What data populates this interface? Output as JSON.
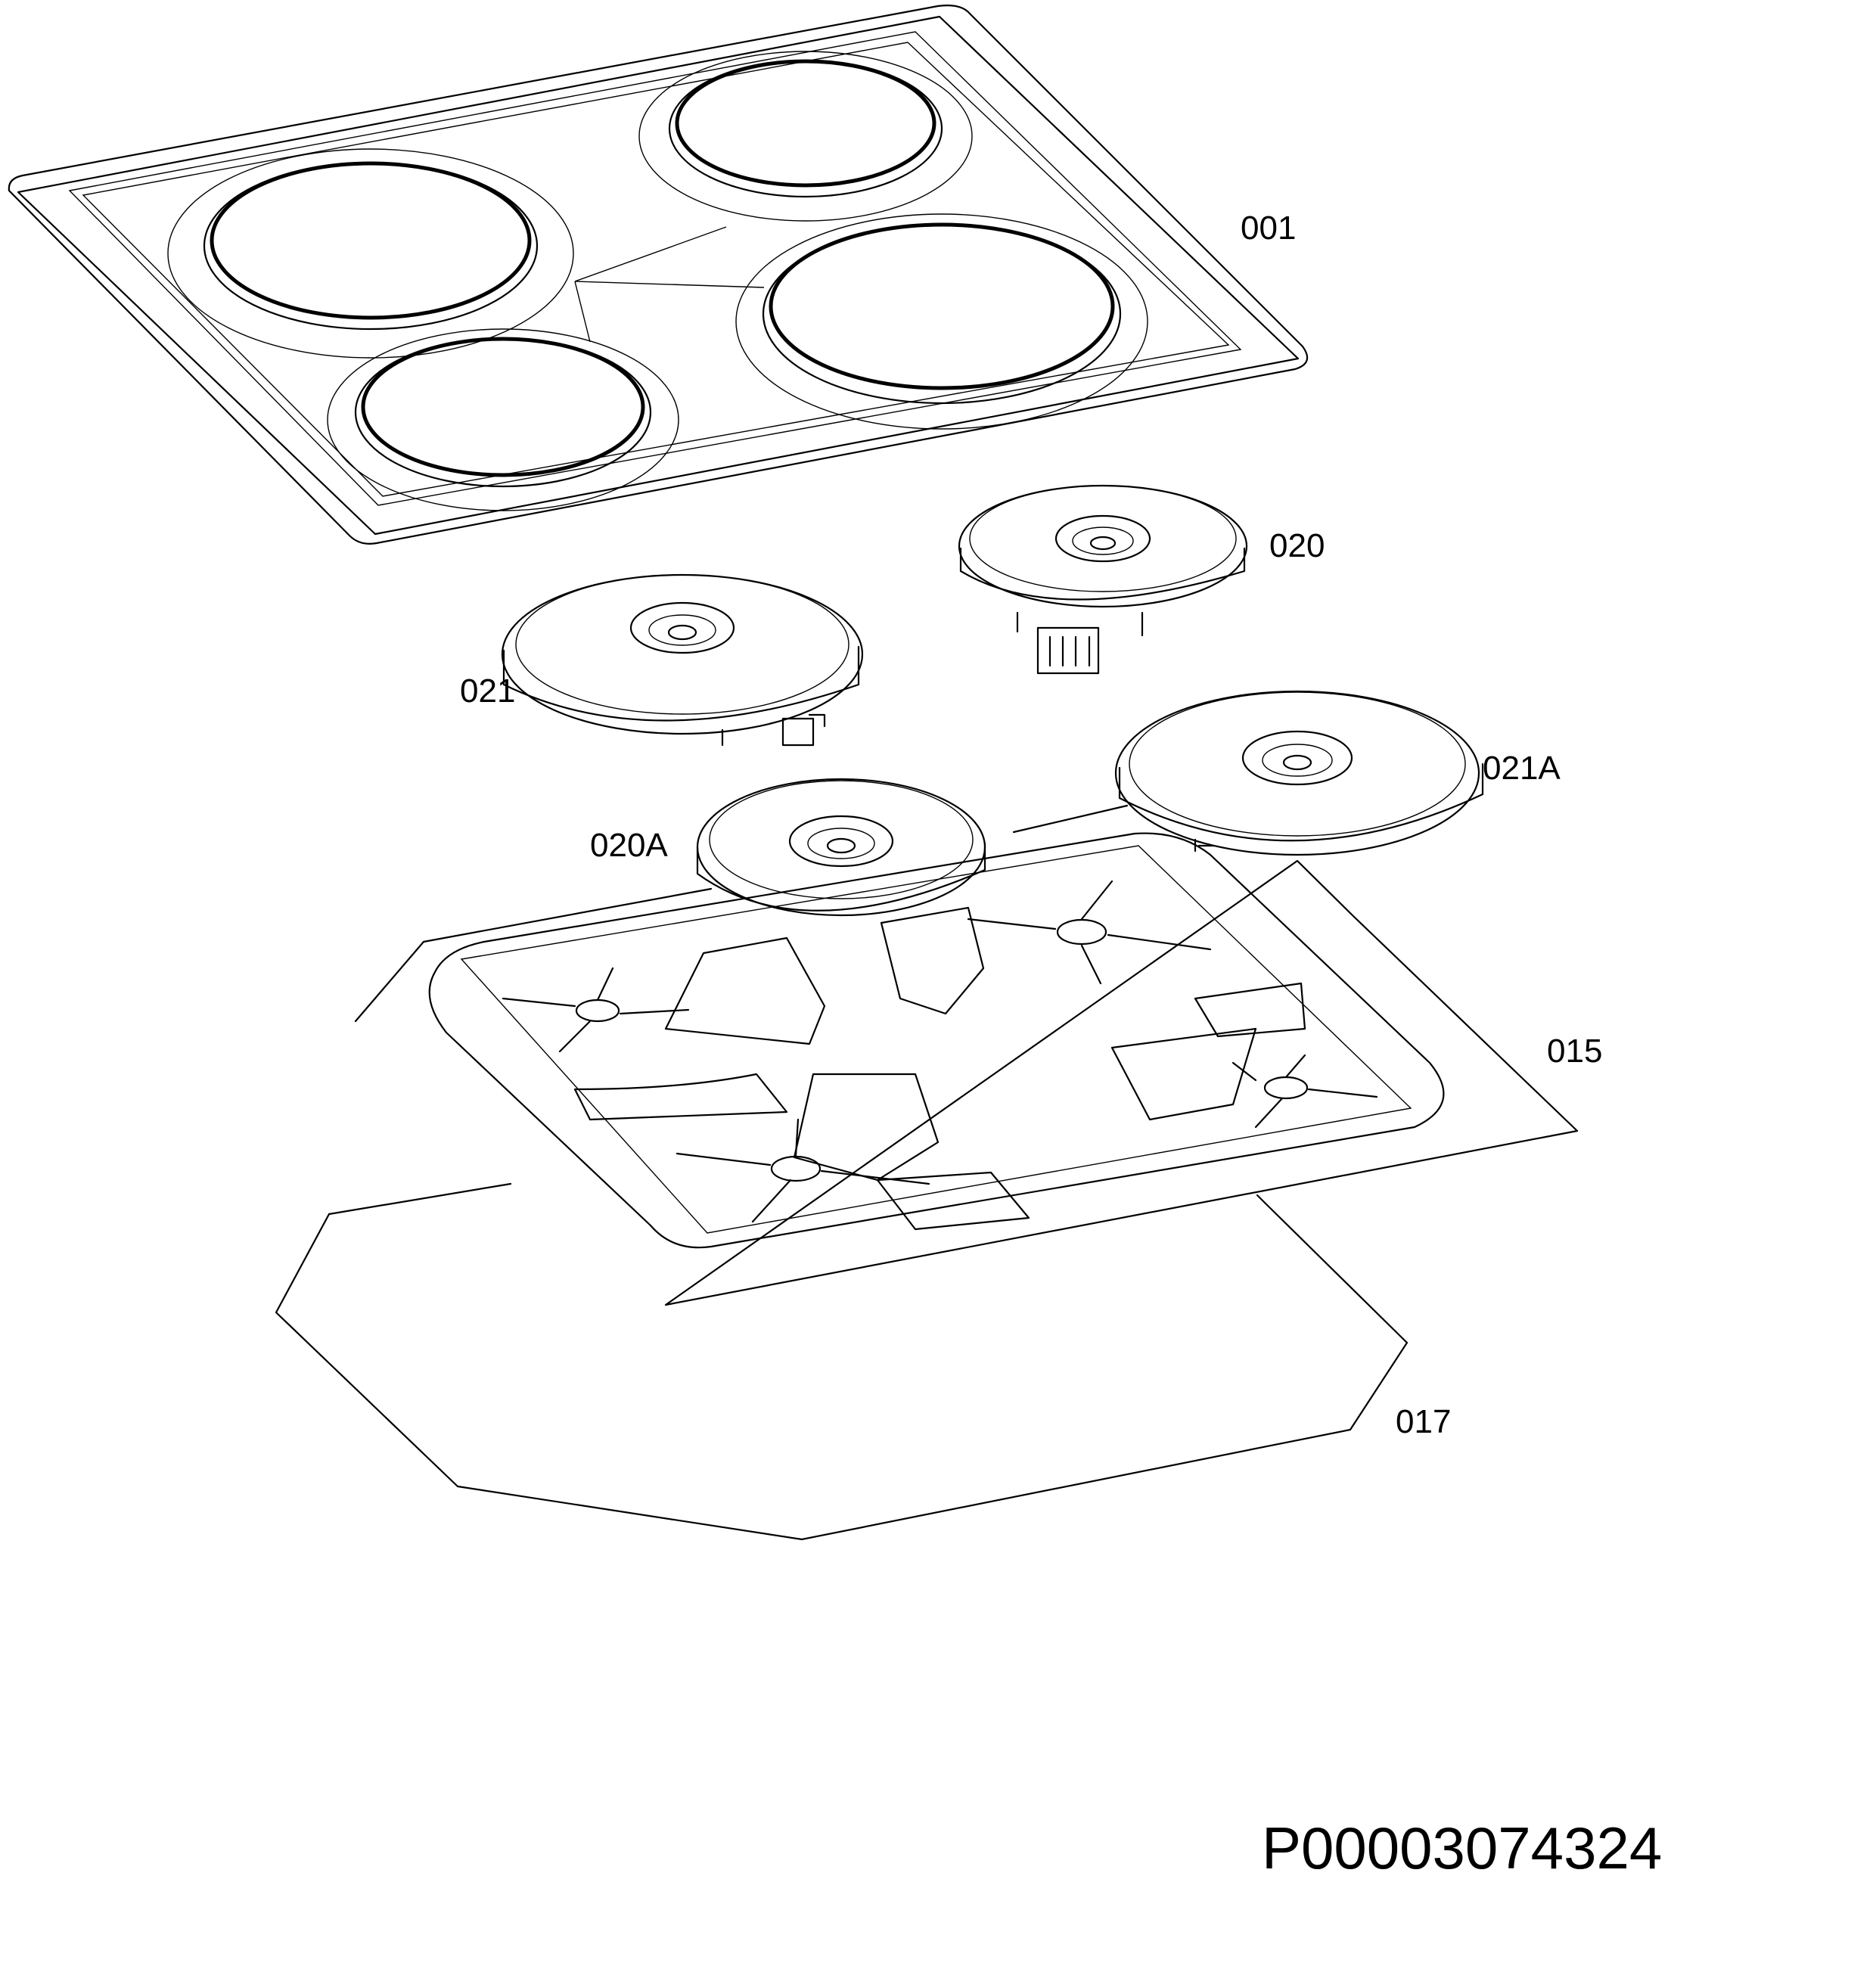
{
  "diagram": {
    "parts": [
      {
        "id": "001",
        "label": "001"
      },
      {
        "id": "020",
        "label": "020"
      },
      {
        "id": "021",
        "label": "021"
      },
      {
        "id": "021A",
        "label": "021A"
      },
      {
        "id": "020A",
        "label": "020A"
      },
      {
        "id": "015",
        "label": "015"
      },
      {
        "id": "017",
        "label": "017"
      }
    ],
    "document_code": "P00003074324"
  }
}
